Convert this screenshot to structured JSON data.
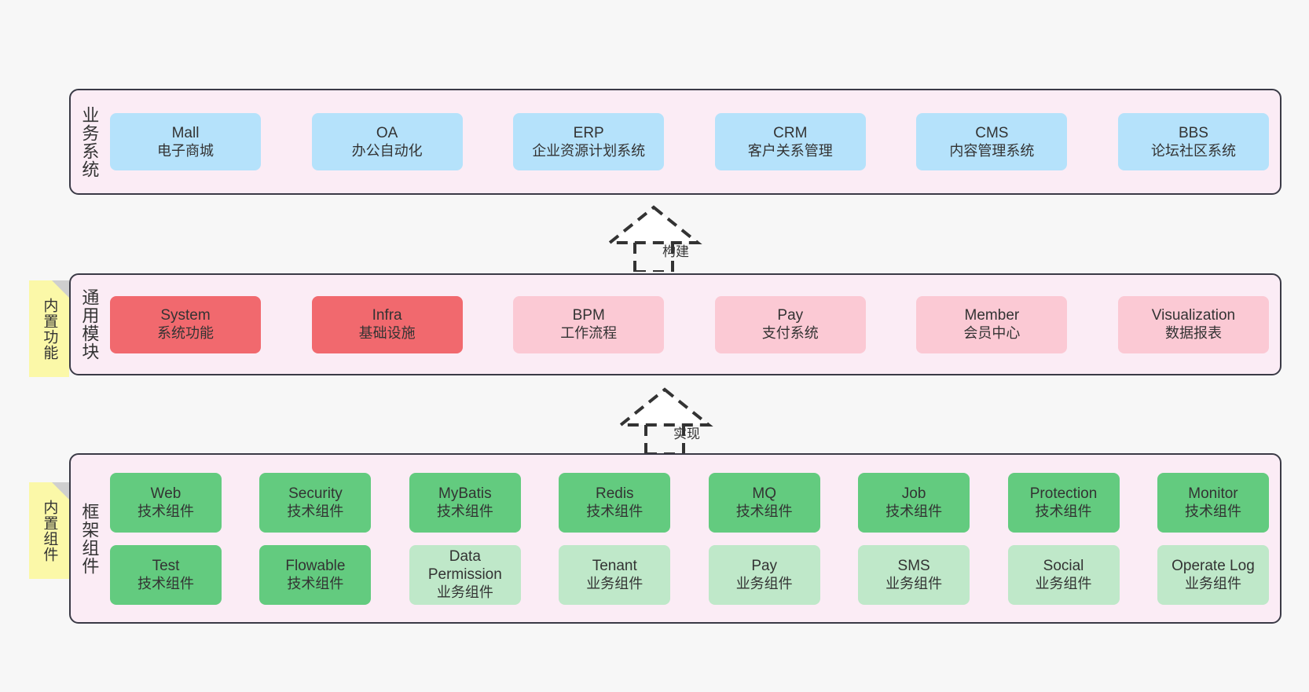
{
  "diagram": {
    "background": "#f7f7f7",
    "layer_bg": "#fbecf5",
    "layer_border": "#3a3a46",
    "note_bg": "#fbf8a8",
    "note_fold": "#cfcfcf"
  },
  "layers": [
    {
      "id": "business-systems",
      "title": "业务系统",
      "note": null,
      "rows": [
        {
          "cards": [
            {
              "en": "Mall",
              "cn": "电子商城",
              "color": "#b5e2fb",
              "style": "c-blue"
            },
            {
              "en": "OA",
              "cn": "办公自动化",
              "color": "#b5e2fb",
              "style": "c-blue"
            },
            {
              "en": "ERP",
              "cn": "企业资源计划系统",
              "color": "#b5e2fb",
              "style": "c-blue"
            },
            {
              "en": "CRM",
              "cn": "客户关系管理",
              "color": "#b5e2fb",
              "style": "c-blue"
            },
            {
              "en": "CMS",
              "cn": "内容管理系统",
              "color": "#b5e2fb",
              "style": "c-blue"
            },
            {
              "en": "BBS",
              "cn": "论坛社区系统",
              "color": "#b5e2fb",
              "style": "c-blue"
            }
          ]
        }
      ]
    },
    {
      "id": "common-modules",
      "title": "通用模块",
      "note": "内置功能",
      "rows": [
        {
          "cards": [
            {
              "en": "System",
              "cn": "系统功能",
              "color": "#f1696e",
              "style": "c-red"
            },
            {
              "en": "Infra",
              "cn": "基础设施",
              "color": "#f1696e",
              "style": "c-red"
            },
            {
              "en": "BPM",
              "cn": "工作流程",
              "color": "#fbc9d4",
              "style": "c-pink"
            },
            {
              "en": "Pay",
              "cn": "支付系统",
              "color": "#fbc9d4",
              "style": "c-pink"
            },
            {
              "en": "Member",
              "cn": "会员中心",
              "color": "#fbc9d4",
              "style": "c-pink"
            },
            {
              "en": "Visualization",
              "cn": "数据报表",
              "color": "#fbc9d4",
              "style": "c-pink"
            }
          ]
        }
      ]
    },
    {
      "id": "framework-components",
      "title": "框架组件",
      "note": "内置组件",
      "rows": [
        {
          "cards": [
            {
              "en": "Web",
              "cn": "技术组件",
              "color": "#63cb7f",
              "style": "c-green"
            },
            {
              "en": "Security",
              "cn": "技术组件",
              "color": "#63cb7f",
              "style": "c-green"
            },
            {
              "en": "MyBatis",
              "cn": "技术组件",
              "color": "#63cb7f",
              "style": "c-green"
            },
            {
              "en": "Redis",
              "cn": "技术组件",
              "color": "#63cb7f",
              "style": "c-green"
            },
            {
              "en": "MQ",
              "cn": "技术组件",
              "color": "#63cb7f",
              "style": "c-green"
            },
            {
              "en": "Job",
              "cn": "技术组件",
              "color": "#63cb7f",
              "style": "c-green"
            },
            {
              "en": "Protection",
              "cn": "技术组件",
              "color": "#63cb7f",
              "style": "c-green"
            },
            {
              "en": "Monitor",
              "cn": "技术组件",
              "color": "#63cb7f",
              "style": "c-green"
            }
          ]
        },
        {
          "cards": [
            {
              "en": "Test",
              "cn": "技术组件",
              "color": "#63cb7f",
              "style": "c-green"
            },
            {
              "en": "Flowable",
              "cn": "技术组件",
              "color": "#63cb7f",
              "style": "c-green"
            },
            {
              "en": "Data Permission",
              "cn": "业务组件",
              "color": "#bfe8c9",
              "style": "c-greenlite"
            },
            {
              "en": "Tenant",
              "cn": "业务组件",
              "color": "#bfe8c9",
              "style": "c-greenlite"
            },
            {
              "en": "Pay",
              "cn": "业务组件",
              "color": "#bfe8c9",
              "style": "c-greenlite"
            },
            {
              "en": "SMS",
              "cn": "业务组件",
              "color": "#bfe8c9",
              "style": "c-greenlite"
            },
            {
              "en": "Social",
              "cn": "业务组件",
              "color": "#bfe8c9",
              "style": "c-greenlite"
            },
            {
              "en": "Operate Log",
              "cn": "业务组件",
              "color": "#bfe8c9",
              "style": "c-greenlite"
            }
          ]
        }
      ]
    }
  ],
  "connectors": [
    {
      "id": "build",
      "label": "构建"
    },
    {
      "id": "implement",
      "label": "实现"
    }
  ]
}
